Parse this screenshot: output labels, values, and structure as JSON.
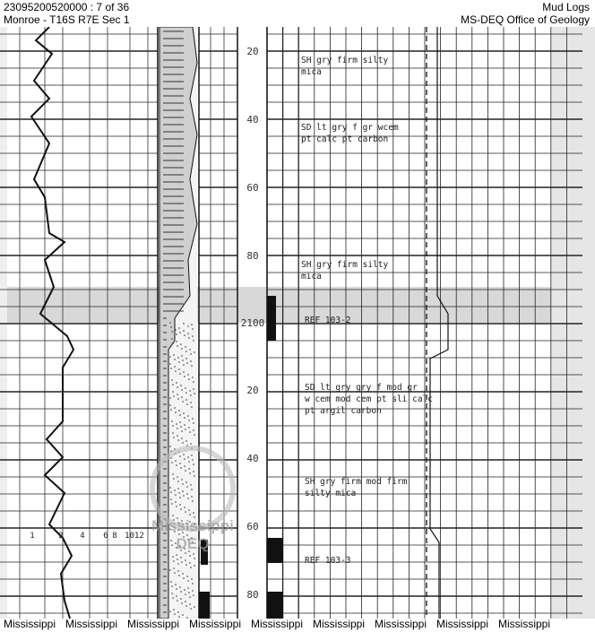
{
  "header": {
    "doc_id": "23095200520000 : 7 of 36",
    "location": "Monroe - T16S R7E Sec 1",
    "doc_type": "Mud Logs",
    "agency": "MS-DEQ Office of Geology"
  },
  "log": {
    "depth_labels": [
      "20",
      "40",
      "60",
      "80",
      "2100",
      "20",
      "40",
      "60",
      "80"
    ],
    "scale_labels": [
      "1",
      "2",
      "4",
      "6",
      "8",
      "1012"
    ],
    "descriptions": [
      [
        "SH gry firm silty",
        "mica"
      ],
      [
        "SD lt gry f gr wcem",
        "pt calc pt carbon"
      ],
      [
        "SH gry firm silty",
        "mica"
      ],
      [
        "REF 103-2"
      ],
      [
        "SD lt gry gry f mod gr",
        "w cem mod cem pt sli calc",
        "pt argil carbon"
      ],
      [
        "SH gry firm mod firm",
        "silty mica"
      ],
      [
        "REF 103-3"
      ]
    ],
    "watermark": [
      "Mississippi",
      "DEQ"
    ]
  },
  "footer": {
    "watermarks": [
      "Mississippi",
      "Mississippi",
      "Mississippi",
      "Mississippi",
      "Mississippi",
      "Mississippi",
      "Mississippi",
      "Mississippi",
      "Mississippi"
    ]
  }
}
